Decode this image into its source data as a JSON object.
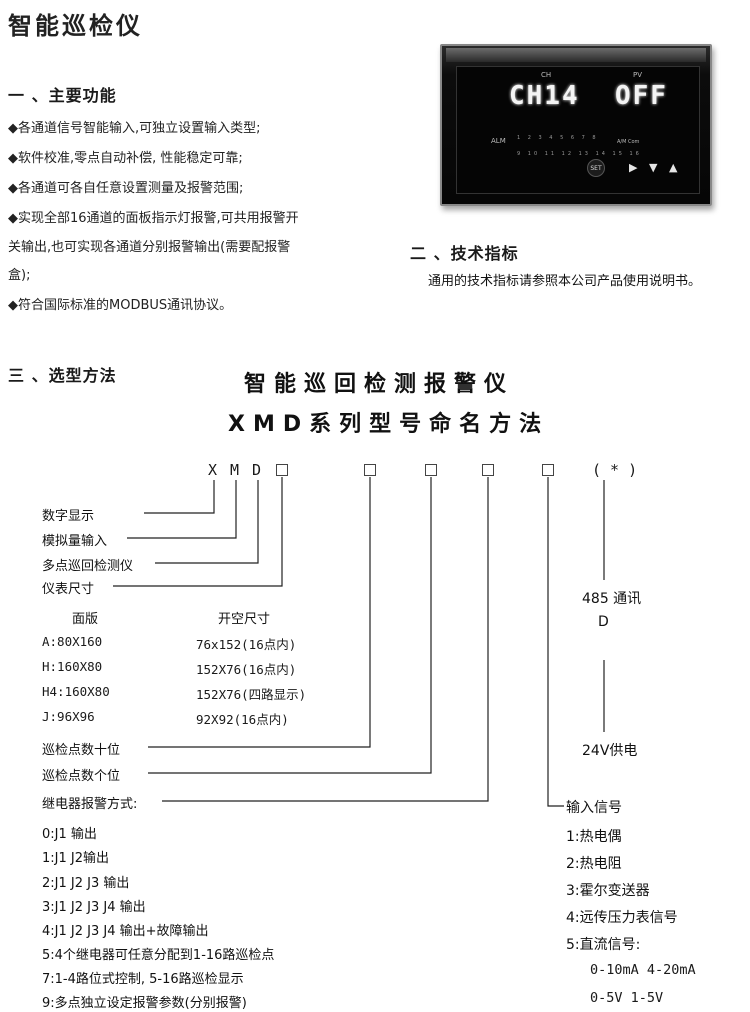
{
  "page_title": "智能巡检仪",
  "section1": {
    "heading": "一 、主要功能",
    "bullets": [
      "◆各通道信号智能输入,可独立设置输入类型;",
      "◆软件校准,零点自动补偿, 性能稳定可靠;",
      "◆各通道可各自任意设置测量及报警范围;",
      "◆实现全部16通道的面板指示灯报警,可共用报警开",
      "关输出,也可实现各通道分别报警输出(需要配报警",
      "盒);",
      "◆符合国际标准的MODBUS通讯协议。"
    ]
  },
  "section2": {
    "heading": "二 、技术指标",
    "text": "通用的技术指标请参照本公司产品使用说明书。"
  },
  "section3": {
    "heading": "三 、选型方法",
    "title1": "智能巡回检测报警仪",
    "title2": "XMD系列型号命名方法"
  },
  "device": {
    "ch_label": "CH",
    "pv_label": "PV",
    "ch_display": "CH14",
    "pv_display": "OFF",
    "alm_label": "ALM",
    "row1": "1 2 3 4 5 6 7 8",
    "row2": "9 10 11 12 13 14 15 16",
    "am_label": "A/M Com",
    "set_label": "SET"
  },
  "code": {
    "letters": [
      "X",
      "M",
      "D"
    ],
    "suffix": "( * )"
  },
  "left_labels": {
    "digital": "数字显示",
    "analog": "模拟量输入",
    "multipoint": "多点巡回检测仪",
    "size": "仪表尺寸"
  },
  "size_table": {
    "col1_header": "面版",
    "col2_header": "开空尺寸",
    "rows": [
      [
        "A:80X160",
        "76x152(16点内)"
      ],
      [
        "H:160X80",
        "152X76(16点内)"
      ],
      [
        "H4:160X80",
        "152X76(四路显示)"
      ],
      [
        "J:96X96",
        "92X92(16点内)"
      ]
    ]
  },
  "tens": "巡检点数十位",
  "ones": "巡检点数个位",
  "relay": {
    "heading": "继电器报警方式:",
    "items": [
      "0:J1 输出",
      "1:J1 J2输出",
      "2:J1 J2 J3 输出",
      "3:J1 J2 J3 J4 输出",
      "4:J1 J2 J3 J4 输出+故障输出",
      "5:4个继电器可任意分配到1-16路巡检点",
      "7:1-4路位式控制, 5-16路巡检显示",
      "9:多点独立设定报警参数(分别报警)"
    ]
  },
  "right_options": {
    "comm": "485 通讯",
    "comm_code": "D",
    "power": "24V供电"
  },
  "input_signal": {
    "heading": "输入信号",
    "items": [
      "1:热电偶",
      "2:热电阻",
      "3:霍尔变送器",
      "4:远传压力表信号",
      "5:直流信号:"
    ],
    "dc_ranges": [
      "0-10mA 4-20mA",
      "0-5V 1-5V"
    ]
  }
}
